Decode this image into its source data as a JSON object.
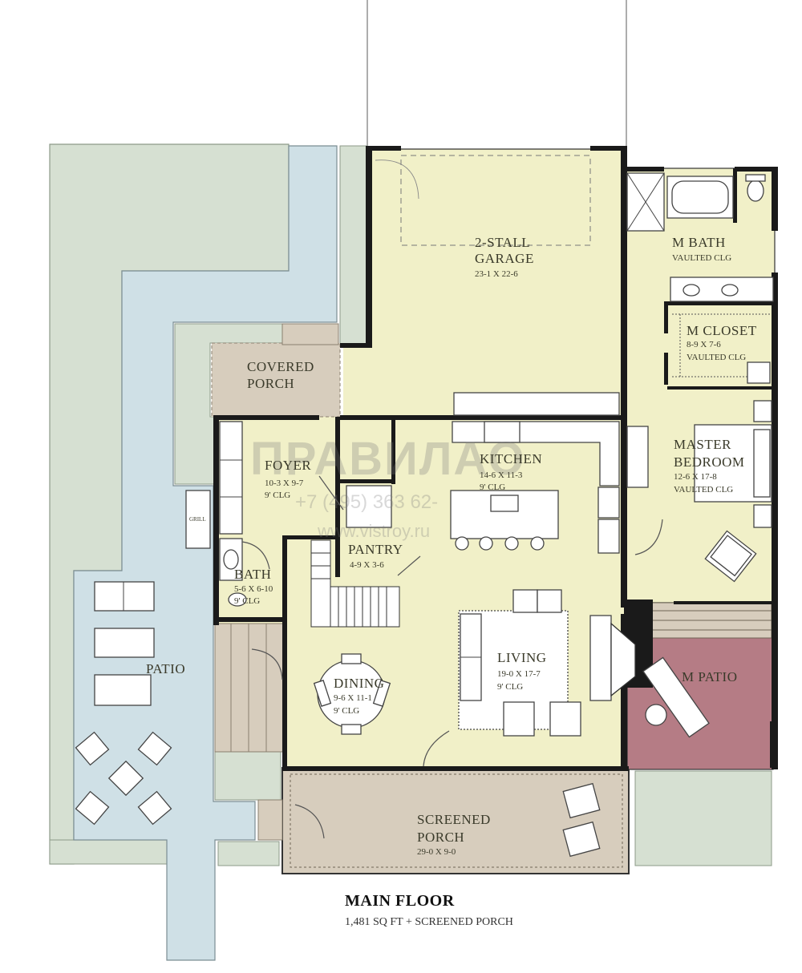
{
  "rooms": {
    "garage": {
      "name_line1": "2-STALL",
      "name_line2": "GARAGE",
      "dims": "23-1 X 22-6"
    },
    "m_bath": {
      "name": "M BATH",
      "ceiling": "VAULTED CLG"
    },
    "m_closet": {
      "name": "M CLOSET",
      "dims": "8-9 X 7-6",
      "ceiling": "VAULTED CLG"
    },
    "covered_porch": {
      "name_line1": "COVERED",
      "name_line2": "PORCH"
    },
    "foyer": {
      "name": "FOYER",
      "dims": "10-3 X 9-7",
      "ceiling": "9' CLG"
    },
    "kitchen": {
      "name": "KITCHEN",
      "dims": "14-6 X 11-3",
      "ceiling": "9' CLG"
    },
    "master_bedroom": {
      "name_line1": "MASTER",
      "name_line2": "BEDROOM",
      "dims": "12-6 X 17-8",
      "ceiling": "VAULTED CLG"
    },
    "pantry": {
      "name": "PANTRY",
      "dims": "4-9 X 3-6"
    },
    "bath": {
      "name": "BATH",
      "dims": "5-6 X 6-10",
      "ceiling": "9' CLG"
    },
    "patio": {
      "name": "PATIO"
    },
    "living": {
      "name": "LIVING",
      "dims": "19-0 X 17-7",
      "ceiling": "9' CLG"
    },
    "dining": {
      "name": "DINING",
      "dims": "9-6 X 11-1",
      "ceiling": "9' CLG"
    },
    "m_patio": {
      "name": "M PATIO"
    },
    "screened_porch": {
      "name_line1": "SCREENED",
      "name_line2": "PORCH",
      "dims": "29-0 X 9-0"
    }
  },
  "fixtures": {
    "grill": "GRILL"
  },
  "title": {
    "main": "MAIN FLOOR",
    "sub": "1,481 SQ FT + SCREENED PORCH"
  },
  "watermark": {
    "brand": "ПРАВИЛАО",
    "phone": "+7 (495) 363 62-",
    "url": "www.vistroy.ru"
  },
  "colors": {
    "interior": "#f1f0c8",
    "lawn": "#d6e0d2",
    "walkway": "#cfe0e6",
    "porch": "#d7cdbd",
    "m_patio": "#b57c85"
  }
}
